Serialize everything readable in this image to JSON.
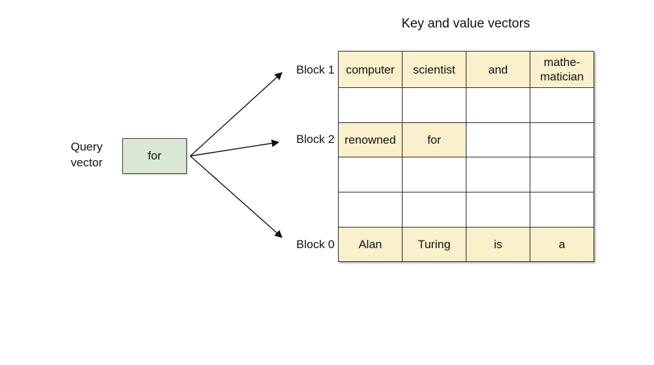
{
  "title": "Key and value vectors",
  "query_vector": {
    "label": "Query\nvector",
    "value": "for"
  },
  "block_labels": [
    "Block 1",
    "Block 2",
    "Block 0"
  ],
  "table": {
    "rows": [
      {
        "cells": [
          {
            "text": "computer",
            "highlighted": true
          },
          {
            "text": "scientist",
            "highlighted": true
          },
          {
            "text": "and",
            "highlighted": true
          },
          {
            "text": "mathe-\nmatician",
            "highlighted": true
          }
        ]
      },
      {
        "cells": [
          {
            "text": "",
            "highlighted": false
          },
          {
            "text": "",
            "highlighted": false
          },
          {
            "text": "",
            "highlighted": false
          },
          {
            "text": "",
            "highlighted": false
          }
        ]
      },
      {
        "cells": [
          {
            "text": "renowned",
            "highlighted": true
          },
          {
            "text": "for",
            "highlighted": true
          },
          {
            "text": "",
            "highlighted": false
          },
          {
            "text": "",
            "highlighted": false
          }
        ]
      },
      {
        "cells": [
          {
            "text": "",
            "highlighted": false
          },
          {
            "text": "",
            "highlighted": false
          },
          {
            "text": "",
            "highlighted": false
          },
          {
            "text": "",
            "highlighted": false
          }
        ]
      },
      {
        "cells": [
          {
            "text": "",
            "highlighted": false
          },
          {
            "text": "",
            "highlighted": false
          },
          {
            "text": "",
            "highlighted": false
          },
          {
            "text": "",
            "highlighted": false
          }
        ]
      },
      {
        "cells": [
          {
            "text": "Alan",
            "highlighted": true
          },
          {
            "text": "Turing",
            "highlighted": true
          },
          {
            "text": "is",
            "highlighted": true
          },
          {
            "text": "a",
            "highlighted": true
          }
        ]
      }
    ]
  },
  "colors": {
    "cell_highlight": "#faf0cc",
    "query_box_fill": "#d9e7d3",
    "line": "#111111"
  }
}
